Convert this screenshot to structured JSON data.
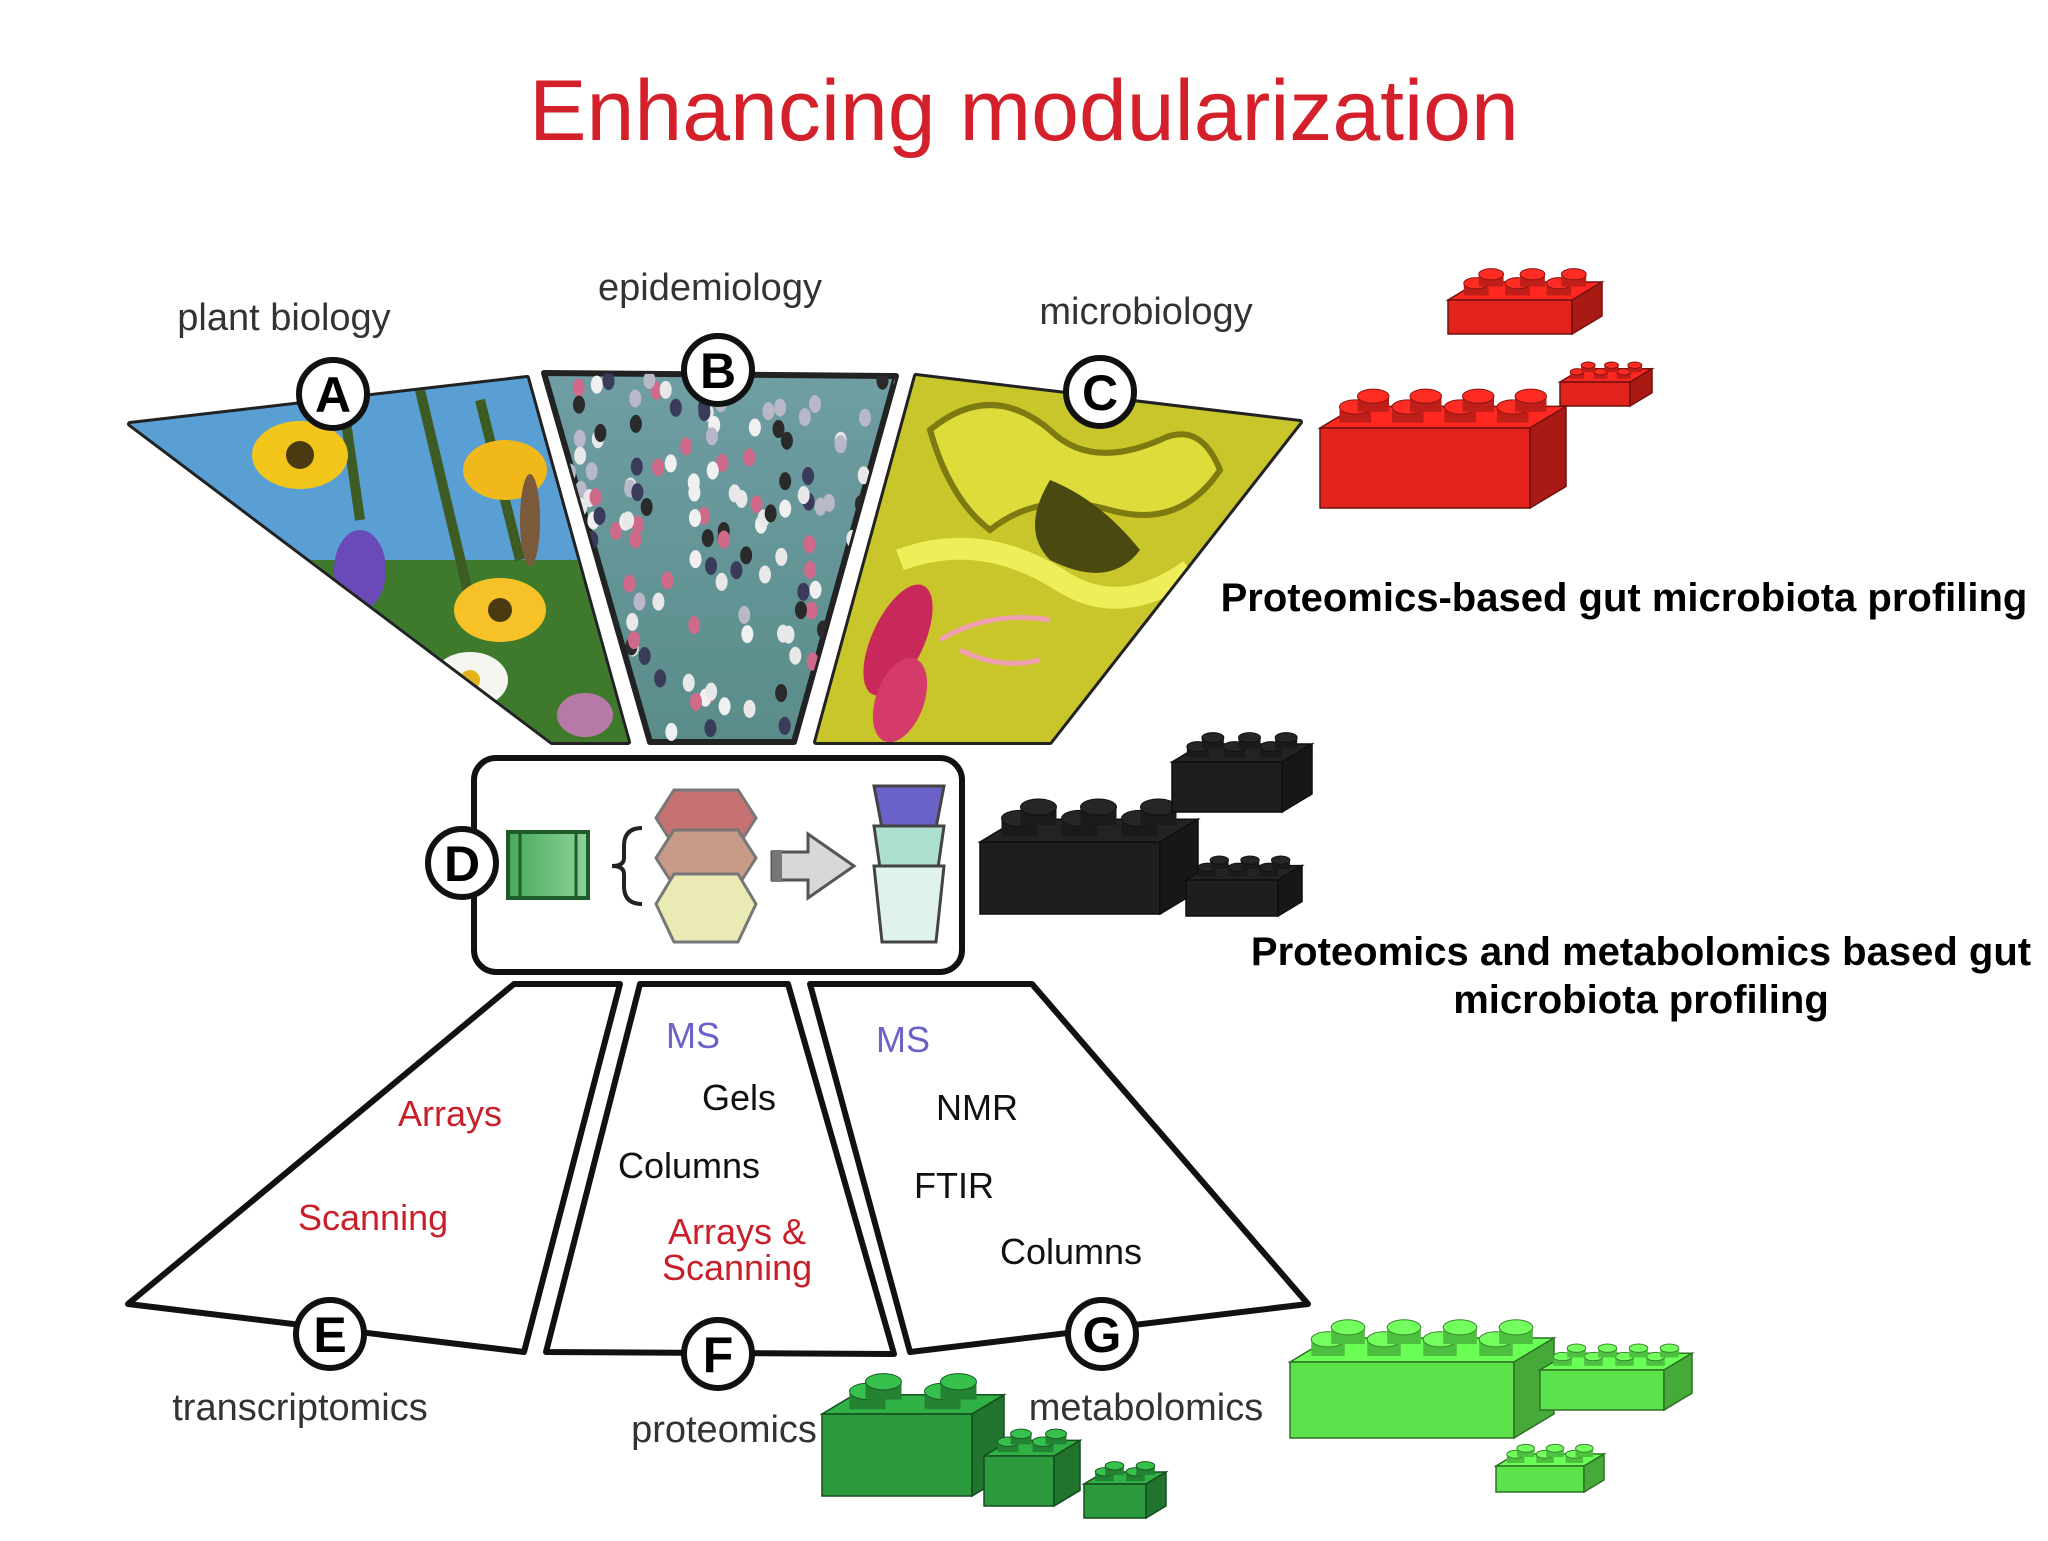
{
  "title": "Enhancing modularization",
  "panels": {
    "A": {
      "letter": "A",
      "label": "plant biology"
    },
    "B": {
      "letter": "B",
      "label": "epidemiology"
    },
    "C": {
      "letter": "C",
      "label": "microbiology"
    },
    "D": {
      "letter": "D"
    },
    "E": {
      "letter": "E",
      "label": "transcriptomics",
      "items": [
        "Arrays",
        "Scanning"
      ]
    },
    "F": {
      "letter": "F",
      "label": "proteomics",
      "items": [
        "MS",
        "Gels",
        "Columns",
        "Arrays &",
        "Scanning"
      ]
    },
    "G": {
      "letter": "G",
      "label": "metabolomics",
      "items": [
        "MS",
        "NMR",
        "FTIR",
        "Columns"
      ]
    }
  },
  "captions": {
    "red": "Proteomics-based gut microbiota profiling",
    "black_line1": "Proteomics and metabolomics based gut",
    "black_line2": "microbiota profiling"
  },
  "colors": {
    "title": "#d4202a",
    "method_red": "#c8202a",
    "method_blue": "#6a62c8",
    "brick_red": "#e2231c",
    "brick_black": "#1e1e1e",
    "brick_green_light": "#5ce24a",
    "brick_green_dark": "#2a9a3c"
  }
}
